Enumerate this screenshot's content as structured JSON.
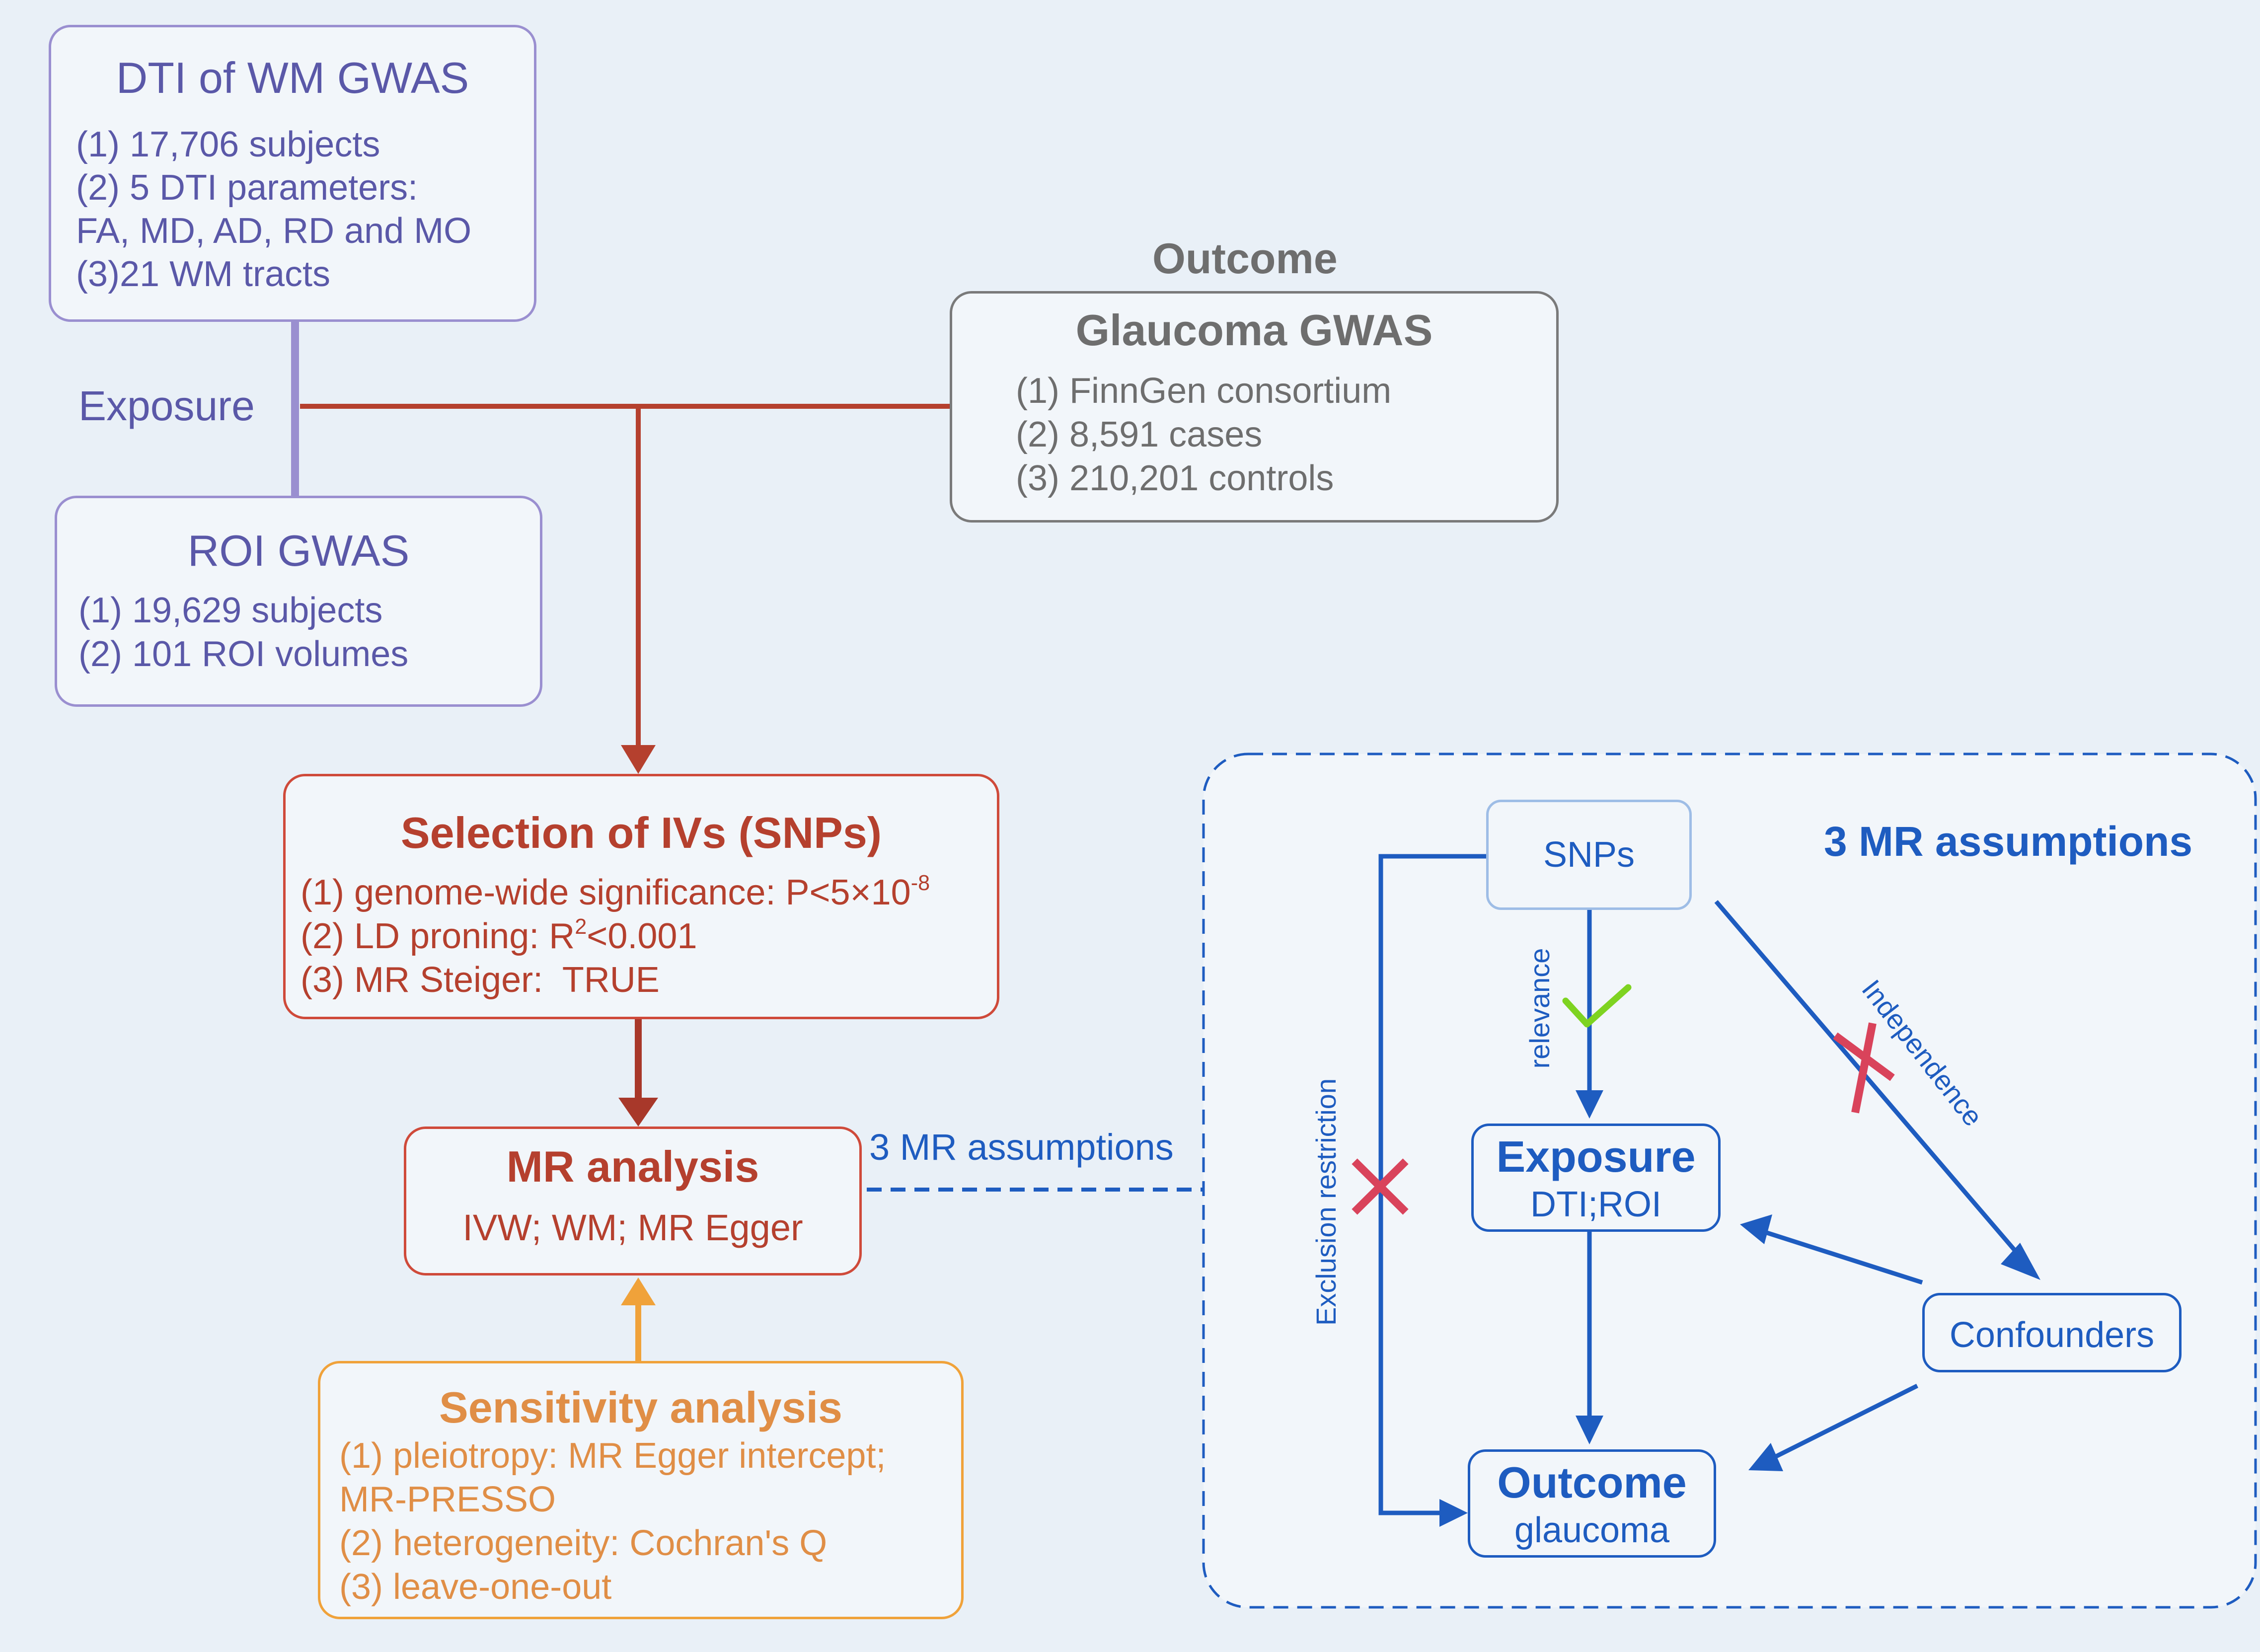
{
  "dti_box": {
    "title": "DTI of WM GWAS",
    "lines": [
      "(1) 17,706 subjects",
      "(2) 5 DTI parameters:",
      "FA, MD, AD, RD and MO",
      "(3)21 WM tracts"
    ]
  },
  "exposure_label": "Exposure",
  "roi_box": {
    "title": "ROI GWAS",
    "lines": [
      "(1) 19,629 subjects",
      "(2) 101 ROI volumes"
    ]
  },
  "outcome_label": "Outcome",
  "glaucoma_box": {
    "title": "Glaucoma GWAS",
    "lines": [
      "(1) FinnGen consortium",
      "(2) 8,591 cases",
      "(3) 210,201 controls"
    ]
  },
  "iv_box": {
    "title": "Selection of IVs (SNPs)",
    "line1_prefix": "(1) genome-wide significance: P<5×10",
    "line1_exp": "-8",
    "line2_prefix": "(2) LD proning: R",
    "line2_exp": "2",
    "line2_suffix": "<0.001",
    "line3": "(3) MR Steiger:  TRUE"
  },
  "mr_box": {
    "title": "MR analysis",
    "methods": "IVW; WM; MR Egger"
  },
  "link_label": "3 MR assumptions",
  "sensitivity_box": {
    "title": "Sensitivity analysis",
    "lines": [
      "(1) pleiotropy: MR Egger intercept;",
      "MR-PRESSO",
      "(2) heterogeneity: Cochran's Q",
      "(3) leave-one-out"
    ]
  },
  "assumptions_panel": {
    "title": "3 MR assumptions",
    "snps": "SNPs",
    "exposure_title": "Exposure",
    "exposure_sub": "DTI;ROI",
    "outcome_title": "Outcome",
    "outcome_sub": "glaucoma",
    "confounders": "Confounders",
    "relevance": "relevance",
    "independence": "Independence",
    "exclusion": "Exclusion restriction"
  },
  "colors": {
    "purple": "#5a58a8",
    "grey": "#6e6e6e",
    "red": "#b5402e",
    "orange": "#e08e46",
    "blue": "#1e5cc0",
    "green_check": "#7ed321",
    "red_cross": "#d9435b"
  }
}
